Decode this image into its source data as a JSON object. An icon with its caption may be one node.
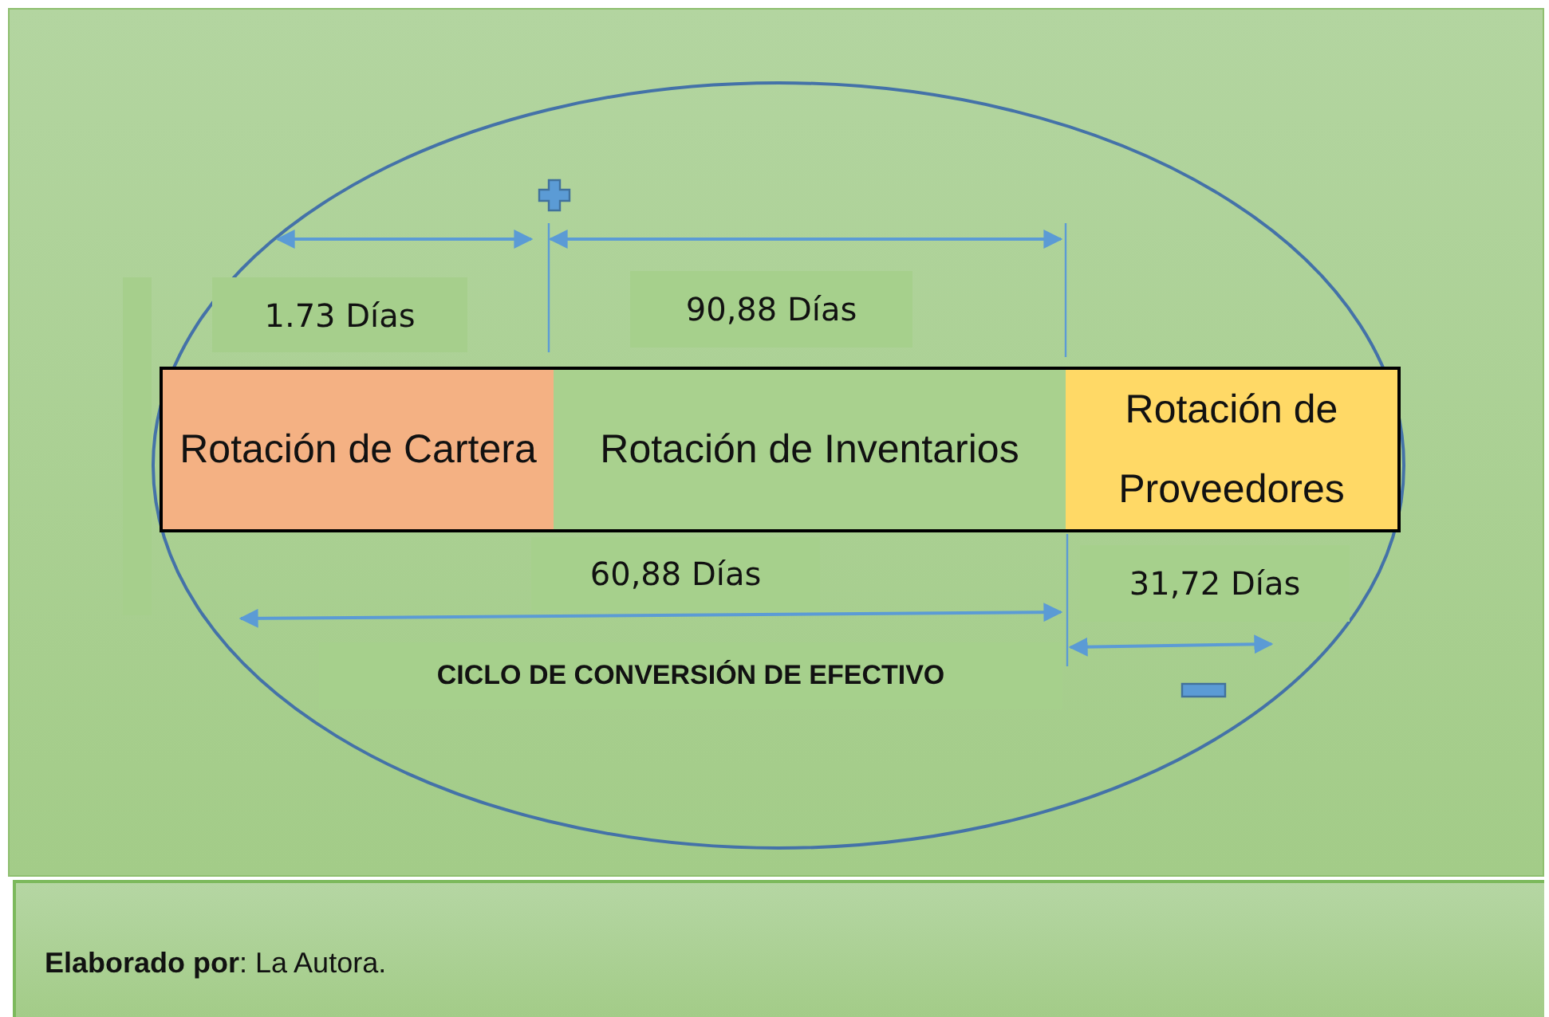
{
  "diagram": {
    "nodes": [
      {
        "text": [
          "Rotación de Cartera"
        ]
      },
      {
        "text": [
          "Rotación de Inventarios"
        ]
      },
      {
        "text": [
          "Rotación de Proveedores"
        ]
      }
    ],
    "labels": [
      "1.73 Días",
      "90,88 Días",
      "60,88 Días",
      "31,72 Días",
      "CICLO DE CONVERSIÓN DE EFECTIVO",
      "**Elaborado por**: La Autora."
    ]
  }
}
